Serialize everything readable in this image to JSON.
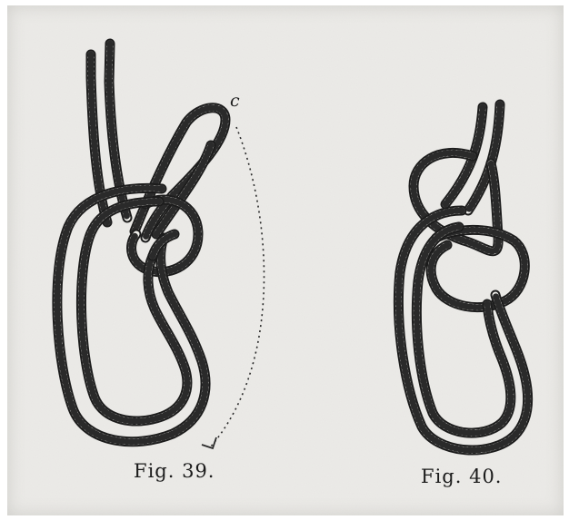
{
  "figures": [
    {
      "caption": "Fig. 39.",
      "label": "c"
    },
    {
      "caption": "Fig. 40."
    }
  ]
}
